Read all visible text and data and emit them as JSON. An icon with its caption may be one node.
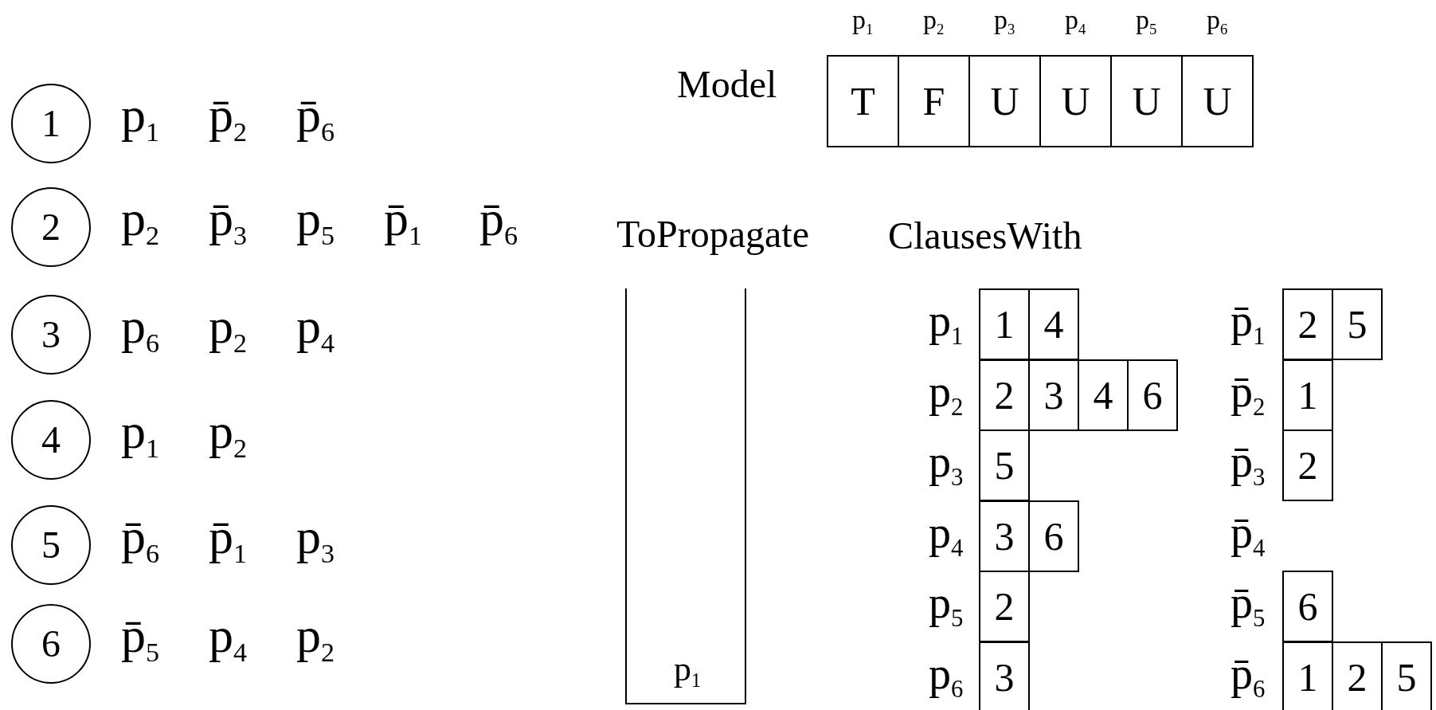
{
  "diagram": {
    "nodes": [
      {
        "text": [
          "1"
        ]
      },
      {
        "text": [
          "2"
        ]
      },
      {
        "text": [
          "3"
        ]
      },
      {
        "text": [
          "4"
        ]
      },
      {
        "text": [
          "5"
        ]
      },
      {
        "text": [
          "6"
        ]
      },
      {
        "text": [
          "T"
        ]
      },
      {
        "text": [
          "F"
        ]
      },
      {
        "text": [
          "U"
        ]
      },
      {
        "text": [
          "U"
        ]
      },
      {
        "text": [
          "U"
        ]
      },
      {
        "text": [
          "U"
        ]
      },
      {
        "text": [
          "ToPropagate",
          "p$_{1}$"
        ]
      },
      {
        "text": [
          "1"
        ]
      },
      {
        "text": [
          "4"
        ]
      },
      {
        "text": [
          "2"
        ]
      },
      {
        "text": [
          "3"
        ]
      },
      {
        "text": [
          "4"
        ]
      },
      {
        "text": [
          "6"
        ]
      },
      {
        "text": [
          "5"
        ]
      },
      {
        "text": [
          "3"
        ]
      },
      {
        "text": [
          "6"
        ]
      },
      {
        "text": [
          "2"
        ]
      },
      {
        "text": [
          "3"
        ]
      },
      {
        "text": [
          "2"
        ]
      },
      {
        "text": [
          "5"
        ]
      },
      {
        "text": [
          "1"
        ]
      },
      {
        "text": [
          "2"
        ]
      },
      {
        "text": [
          "6"
        ]
      },
      {
        "text": [
          "1"
        ]
      },
      {
        "text": [
          "2"
        ]
      },
      {
        "text": [
          "5"
        ]
      }
    ],
    "labels": [
      "Model",
      "p$_{1}$",
      "p$_{2}$",
      "p$_{3}$",
      "p$_{4}$",
      "p$_{5}$",
      "p$_{6}$",
      "ClausesWith",
      "p$_{1}$",
      "p̄$_{2}$",
      "p̄$_{6}$",
      "p$_{2}$",
      "p̄$_{3}$",
      "p$_{5}$",
      "p̄$_{1}$",
      "p̄$_{6}$",
      "p$_{6}$",
      "p$_{2}$",
      "p$_{4}$",
      "p$_{1}$",
      "p$_{2}$",
      "p̄$_{6}$",
      "p̄$_{1}$",
      "p$_{3}$",
      "p̄$_{5}$",
      "p$_{4}$",
      "p$_{2}$",
      "p$_{1}$",
      "p$_{2}$",
      "p$_{3}$",
      "p$_{4}$",
      "p$_{5}$",
      "p$_{6}$",
      "p̄$_{1}$",
      "p̄$_{2}$",
      "p̄$_{3}$",
      "p̄$_{4}$",
      "p̄$_{5}$",
      "p̄$_{6}$"
    ]
  }
}
